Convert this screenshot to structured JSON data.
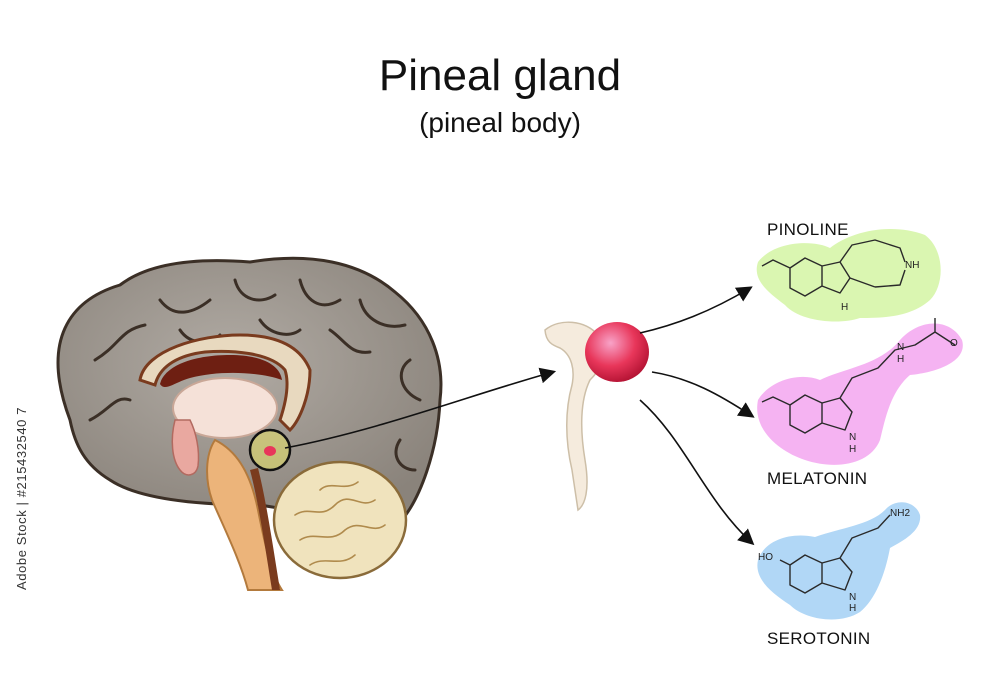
{
  "title": "Pineal gland",
  "subtitle": "(pineal body)",
  "molecules": {
    "pinoline": {
      "name": "PINOLINE",
      "atoms": {
        "ring_n": "NH",
        "indole_n": "H"
      }
    },
    "melatonin": {
      "name": "MELATONIN",
      "atoms": {
        "amide_n": "N",
        "amide_h": "H",
        "carbonyl_o": "O",
        "indole_n": "N",
        "indole_h": "H"
      }
    },
    "serotonin": {
      "name": "SEROTONIN",
      "atoms": {
        "hydroxyl": "HO",
        "amine": "NH2",
        "indole_n": "N",
        "indole_h": "H"
      }
    }
  },
  "watermark": {
    "stock_id": "Adobe Stock | #215432540 7"
  },
  "colors": {
    "brain": "#9b948d",
    "pineal": "#e8365a",
    "pinoline_glow": "#d6f5a8",
    "melatonin_glow": "#f3a6f0",
    "serotonin_glow": "#a9d3f5"
  }
}
